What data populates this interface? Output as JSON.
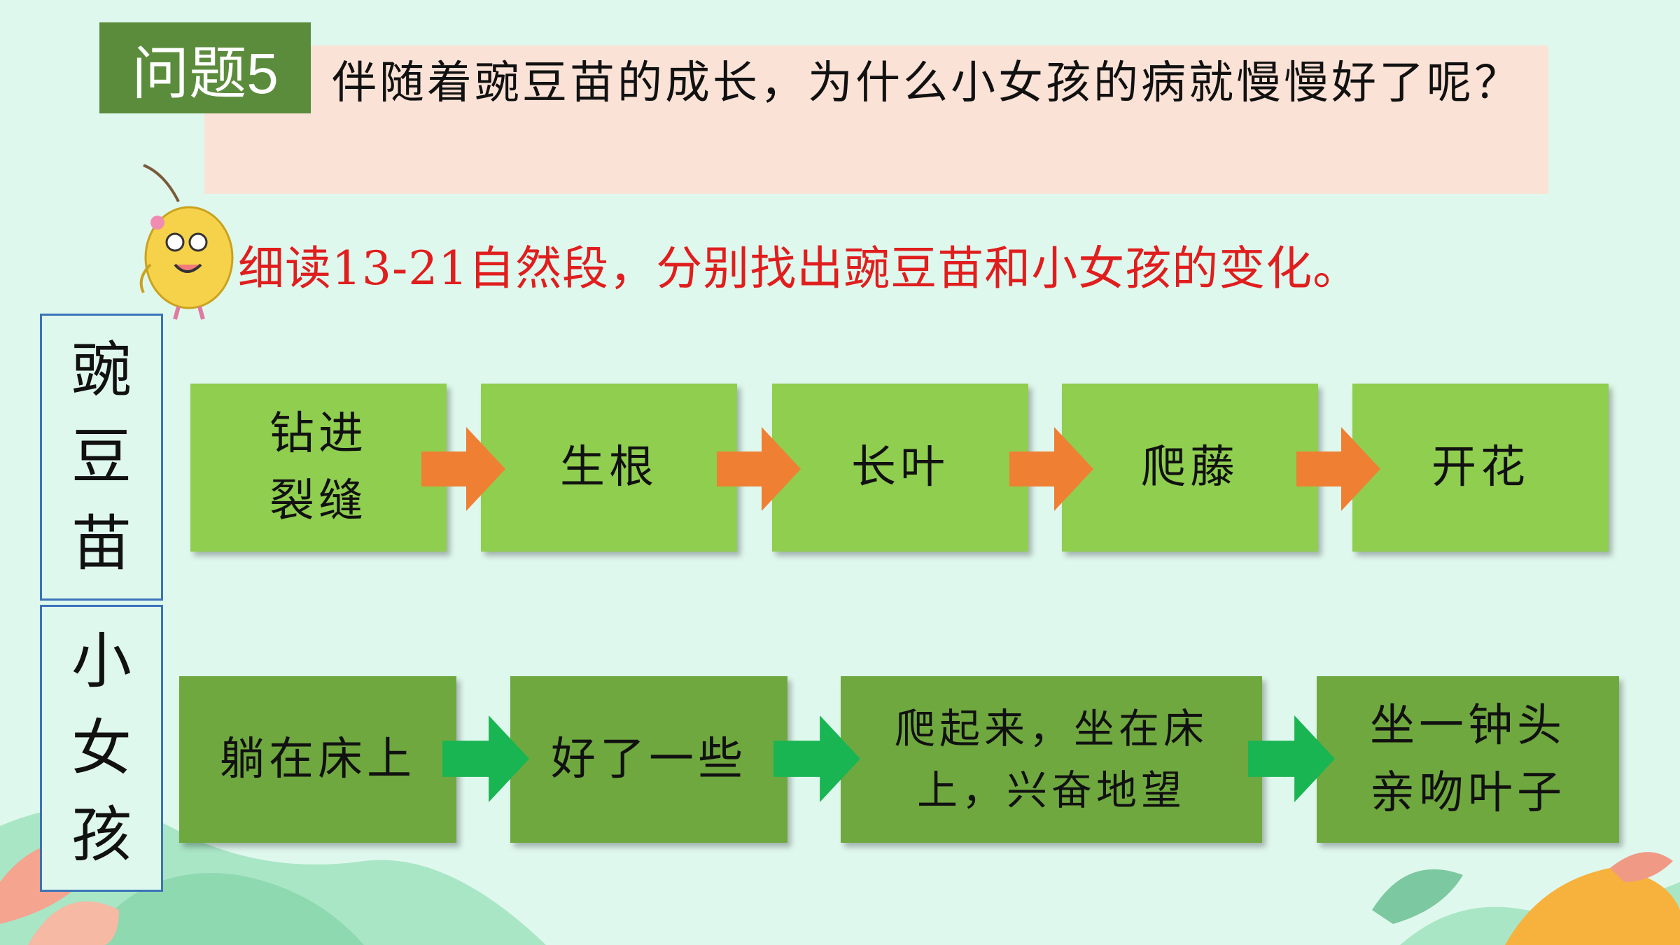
{
  "question": {
    "badge": "问题5",
    "text": "伴随着豌豆苗的成长，为什么小女孩的病就慢慢好了呢？"
  },
  "instruction": "细读13-21自然段，分别找出豌豆苗和小女孩的变化。",
  "colors": {
    "badge_bg": "#5b8c3c",
    "question_bg": "#fbe2d6",
    "instruction_text": "#e01e1e",
    "pea_stage_bg": "#8fce4f",
    "girl_stage_bg": "#6fa83f",
    "pea_arrow": "#ef7f33",
    "girl_arrow": "#19b552",
    "label_border": "#3a73b8"
  },
  "pea": {
    "label": [
      "豌",
      "豆",
      "苗"
    ],
    "stages": [
      {
        "lines": [
          "钻进",
          "裂缝"
        ]
      },
      {
        "lines": [
          "生根"
        ]
      },
      {
        "lines": [
          "长叶"
        ]
      },
      {
        "lines": [
          "爬藤"
        ]
      },
      {
        "lines": [
          "开花"
        ]
      }
    ]
  },
  "girl": {
    "label": [
      "小",
      "女",
      "孩"
    ],
    "stages": [
      {
        "lines": [
          "躺在床上"
        ]
      },
      {
        "lines": [
          "好了一些"
        ]
      },
      {
        "lines": [
          "爬起来，坐在床",
          "上，兴奋地望"
        ]
      },
      {
        "lines": [
          "坐一钟头",
          "亲吻叶子"
        ]
      }
    ]
  }
}
